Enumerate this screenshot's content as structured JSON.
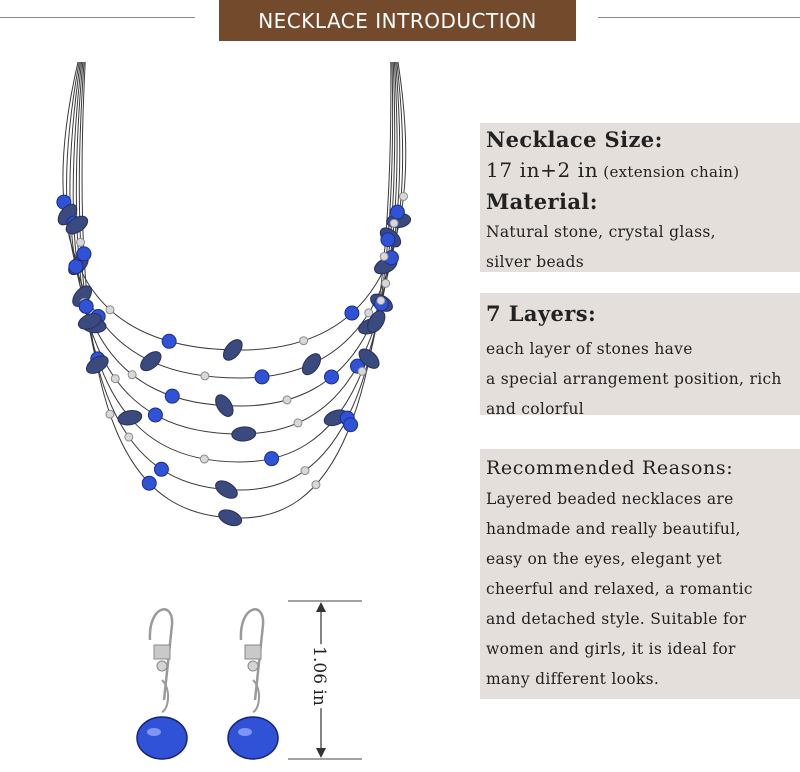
{
  "banner": {
    "title": "NECKLACE INTRODUCTION"
  },
  "size_panel": {
    "size_heading": "Necklace Size:",
    "size_value": "17 in+2 in",
    "size_note": "(extension chain)",
    "material_heading": "Material:",
    "material_line1": "Natural stone, crystal glass,",
    "material_line2": "silver beads"
  },
  "layers_panel": {
    "heading": "7 Layers:",
    "line1": "each layer of stones have",
    "line2": "a special arrangement position,  rich",
    "line3": "and colorful"
  },
  "reasons_panel": {
    "heading": "Recommended Reasons:",
    "lines": [
      "Layered beaded necklaces are",
      "handmade and really beautiful,",
      "easy on the eyes, elegant yet",
      "cheerful and relaxed, a romantic",
      "and detached style. Suitable for",
      "women and girls, it is ideal for",
      "many different looks."
    ]
  },
  "earring_dimension": {
    "label": "1.06 in"
  },
  "colors": {
    "banner_bg": "#744a2c",
    "panel_bg": "#e5dfdb",
    "crystal_blue": "#2f52d6",
    "stone_blue": "#3b4a7e"
  },
  "icons": [
    "necklace-image",
    "earrings-image",
    "dimension-arrow-icon"
  ]
}
